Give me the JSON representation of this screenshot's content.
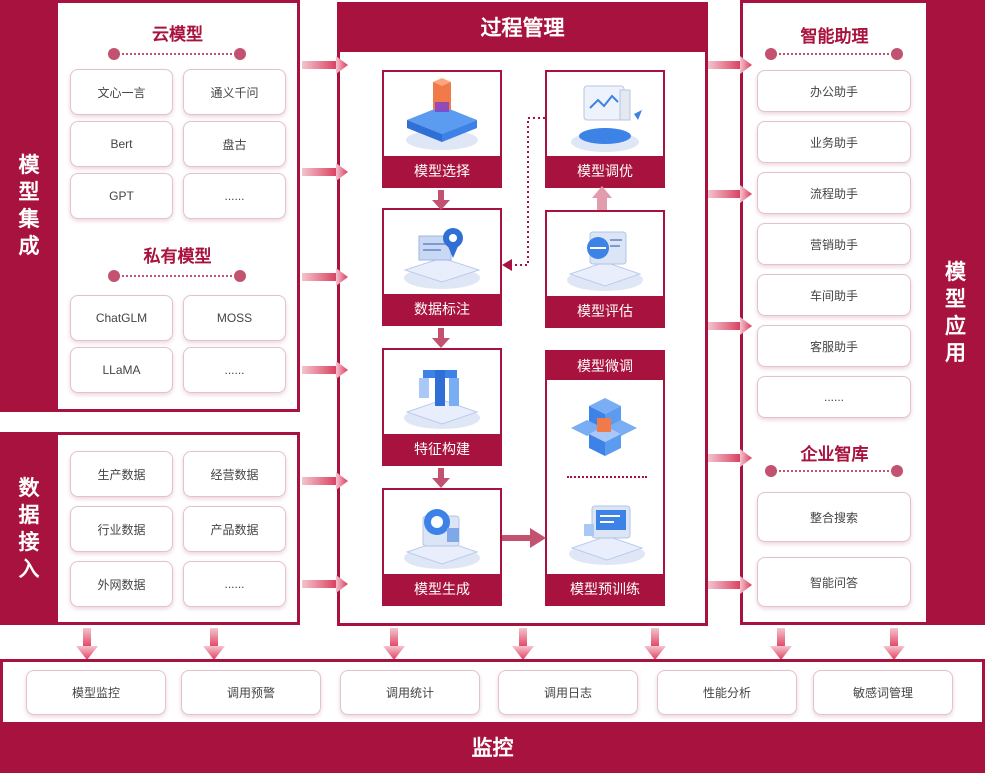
{
  "left": {
    "integration_title": [
      "模",
      "型",
      "集",
      "成"
    ],
    "cloud_title": "云模型",
    "cloud_items": [
      "文心一言",
      "通义千问",
      "Bert",
      "盘古",
      "GPT",
      "......"
    ],
    "private_title": "私有模型",
    "private_items": [
      "ChatGLM",
      "MOSS",
      "LLaMA",
      "......"
    ],
    "access_title": [
      "数",
      "据",
      "接",
      "入"
    ],
    "data_items": [
      "生产数据",
      "经营数据",
      "行业数据",
      "产品数据",
      "外网数据",
      "......"
    ]
  },
  "center": {
    "title": "过程管理",
    "steps": [
      "模型选择",
      "数据标注",
      "特征构建",
      "模型生成"
    ],
    "right_steps": [
      "模型调优",
      "模型评估"
    ],
    "finetune_title": "模型微调",
    "pretrain_label": "模型预训练"
  },
  "right": {
    "app_title": [
      "模",
      "型",
      "应",
      "用"
    ],
    "assistant_title": "智能助理",
    "assistant_items": [
      "办公助手",
      "业务助手",
      "流程助手",
      "营销助手",
      "车间助手",
      "客服助手",
      "......"
    ],
    "kb_title": "企业智库",
    "kb_items": [
      "整合搜索",
      "智能问答"
    ]
  },
  "bottom": {
    "monitor_items": [
      "模型监控",
      "调用预警",
      "调用统计",
      "调用日志",
      "性能分析",
      "敏感词管理"
    ],
    "monitor_title": "监控"
  },
  "colors": {
    "primary": "#a8123e",
    "accent_blue": "#3d7de0",
    "accent_orange": "#f07a4a"
  },
  "icons": [
    "arrow-right-icon",
    "arrow-down-icon",
    "arrow-up-icon",
    "model-select-illustration",
    "data-label-illustration",
    "feature-build-illustration",
    "model-generate-illustration",
    "model-tune-illustration",
    "model-eval-illustration",
    "finetune-cube-illustration",
    "pretrain-illustration"
  ]
}
